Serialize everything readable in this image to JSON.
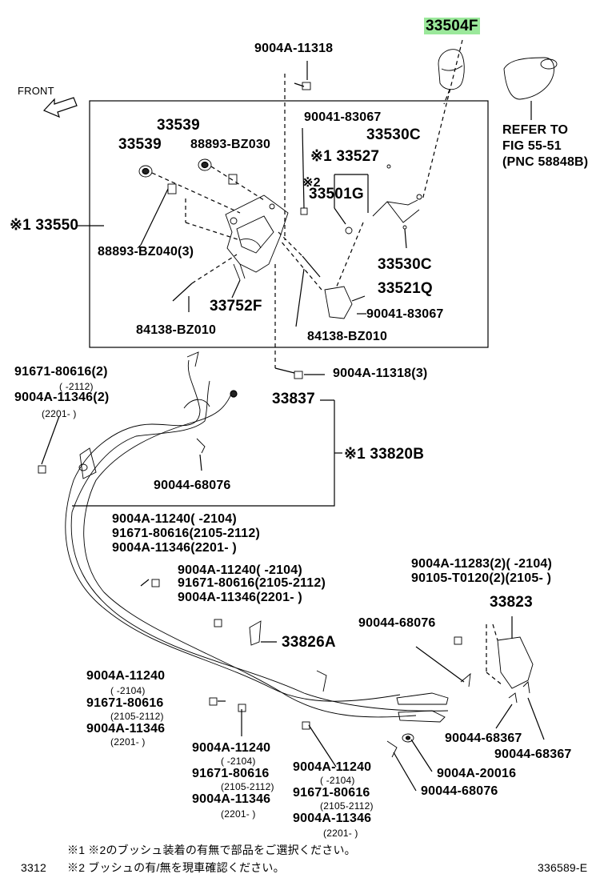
{
  "front": "FRONT",
  "labels": {
    "p33504F": "33504F",
    "p9004A_11318_top": "9004A-11318",
    "refer1": "REFER TO",
    "refer2": "FIG 55-51",
    "refer3": "(PNC 58848B)",
    "p90041_83067_a": "90041-83067",
    "p33530C_a": "33530C",
    "p33539_a": "33539",
    "p33539_b": "33539",
    "p88893_BZ030": "88893-BZ030",
    "p33527": "※1 33527",
    "p33501G": "33501G",
    "mark2": "※2",
    "p33550": "※1 33550",
    "p88893_BZ040": "88893-BZ040(3)",
    "p33530C_b": "33530C",
    "p33521Q": "33521Q",
    "p33752F": "33752F",
    "p90041_83067_b": "90041-83067",
    "p84138_BZ010_a": "84138-BZ010",
    "p84138_BZ010_b": "84138-BZ010",
    "p9004A_11318_3": "9004A-11318(3)",
    "p91671_80616_2": "91671-80616(2)",
    "d_2112": "(      -2112)",
    "p9004A_11346_2": "9004A-11346(2)",
    "d_2201": "(2201-      )",
    "p33837": "33837",
    "p33820B": "※1 33820B",
    "p90044_68076_a": "90044-68076",
    "g1_a": "9004A-11240(      -2104)",
    "g1_b": "91671-80616(2105-2112)",
    "g1_c": "9004A-11346(2201-      )",
    "g2_a": "9004A-11240(      -2104)",
    "g2_b": "91671-80616(2105-2112)",
    "g2_c": "9004A-11346(2201-      )",
    "p9004A_11283": "9004A-11283(2)(      -2104)",
    "p90105_T0120": "90105-T0120(2)(2105-      )",
    "p33823": "33823",
    "p90044_68076_b": "90044-68076",
    "p33826A": "33826A",
    "g3_a": "9004A-11240",
    "g3_ad": "(      -2104)",
    "g3_b": "91671-80616",
    "g3_bd": "(2105-2112)",
    "g3_c": "9004A-11346",
    "g3_cd": "(2201-      )",
    "g4_a": "9004A-11240",
    "g4_ad": "(      -2104)",
    "g4_b": "91671-80616",
    "g4_bd": "(2105-2112)",
    "g4_c": "9004A-11346",
    "g4_cd": "(2201-      )",
    "g5_a": "9004A-11240",
    "g5_ad": "(      -2104)",
    "g5_b": "91671-80616",
    "g5_bd": "(2105-2112)",
    "g5_c": "9004A-11346",
    "g5_cd": "(2201-      )",
    "p90044_68367_a": "90044-68367",
    "p90044_68367_b": "90044-68367",
    "p9004A_20016": "9004A-20016",
    "p90044_68076_c": "90044-68076"
  },
  "footer": {
    "note1": "※1 ※2のブッシュ装着の有無で部品をご選択ください。",
    "note2": "※2 ブッシュの有/無を現車確認ください。",
    "page": "3312",
    "code": "336589-E"
  },
  "colors": {
    "highlight": "#9be89b"
  }
}
